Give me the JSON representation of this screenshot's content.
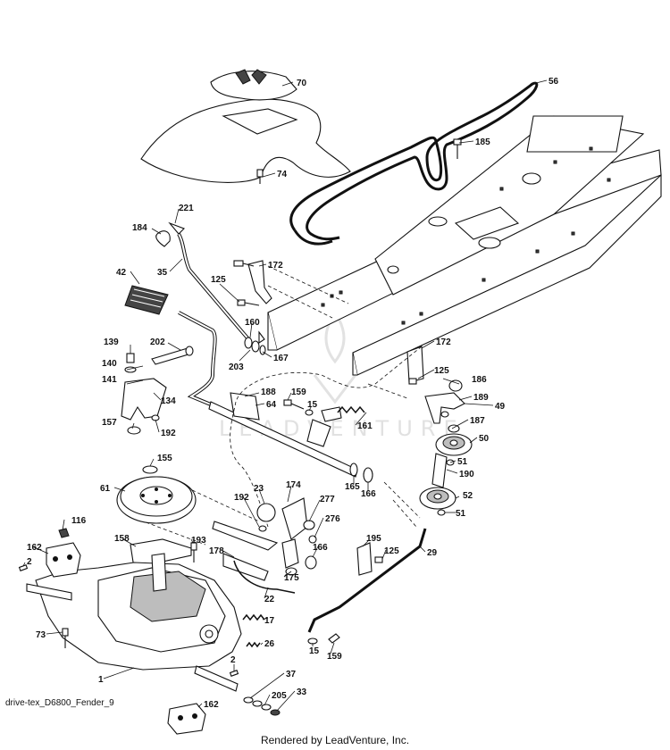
{
  "diagram_caption": "drive-tex_D6800_Fender_9",
  "rendered_by": "Rendered by LeadVenture, Inc.",
  "watermark": "LEADVENTURE",
  "callouts": [
    {
      "id": "70",
      "label": "70"
    },
    {
      "id": "56",
      "label": "56"
    },
    {
      "id": "185",
      "label": "185"
    },
    {
      "id": "74",
      "label": "74"
    },
    {
      "id": "221",
      "label": "221"
    },
    {
      "id": "184",
      "label": "184"
    },
    {
      "id": "172a",
      "label": "172"
    },
    {
      "id": "42",
      "label": "42"
    },
    {
      "id": "35",
      "label": "35"
    },
    {
      "id": "125a",
      "label": "125"
    },
    {
      "id": "160",
      "label": "160"
    },
    {
      "id": "139",
      "label": "139"
    },
    {
      "id": "202",
      "label": "202"
    },
    {
      "id": "203",
      "label": "203"
    },
    {
      "id": "167",
      "label": "167"
    },
    {
      "id": "172b",
      "label": "172"
    },
    {
      "id": "140",
      "label": "140"
    },
    {
      "id": "125b",
      "label": "125"
    },
    {
      "id": "186",
      "label": "186"
    },
    {
      "id": "141",
      "label": "141"
    },
    {
      "id": "134",
      "label": "134"
    },
    {
      "id": "188",
      "label": "188"
    },
    {
      "id": "159a",
      "label": "159"
    },
    {
      "id": "189",
      "label": "189"
    },
    {
      "id": "49",
      "label": "49"
    },
    {
      "id": "64",
      "label": "64"
    },
    {
      "id": "15a",
      "label": "15"
    },
    {
      "id": "187",
      "label": "187"
    },
    {
      "id": "157",
      "label": "157"
    },
    {
      "id": "192a",
      "label": "192"
    },
    {
      "id": "161",
      "label": "161"
    },
    {
      "id": "50",
      "label": "50"
    },
    {
      "id": "155",
      "label": "155"
    },
    {
      "id": "51a",
      "label": "51"
    },
    {
      "id": "190",
      "label": "190"
    },
    {
      "id": "61",
      "label": "61"
    },
    {
      "id": "23",
      "label": "23"
    },
    {
      "id": "174",
      "label": "174"
    },
    {
      "id": "165",
      "label": "165"
    },
    {
      "id": "166a",
      "label": "166"
    },
    {
      "id": "192b",
      "label": "192"
    },
    {
      "id": "277",
      "label": "277"
    },
    {
      "id": "52",
      "label": "52"
    },
    {
      "id": "51b",
      "label": "51"
    },
    {
      "id": "276",
      "label": "276"
    },
    {
      "id": "116",
      "label": "116"
    },
    {
      "id": "158",
      "label": "158"
    },
    {
      "id": "193",
      "label": "193"
    },
    {
      "id": "162a",
      "label": "162"
    },
    {
      "id": "166b",
      "label": "166"
    },
    {
      "id": "195",
      "label": "195"
    },
    {
      "id": "178",
      "label": "178"
    },
    {
      "id": "125c",
      "label": "125"
    },
    {
      "id": "29",
      "label": "29"
    },
    {
      "id": "2a",
      "label": "2"
    },
    {
      "id": "175",
      "label": "175"
    },
    {
      "id": "22",
      "label": "22"
    },
    {
      "id": "17",
      "label": "17"
    },
    {
      "id": "73",
      "label": "73"
    },
    {
      "id": "26",
      "label": "26"
    },
    {
      "id": "15b",
      "label": "15"
    },
    {
      "id": "159b",
      "label": "159"
    },
    {
      "id": "2b",
      "label": "2"
    },
    {
      "id": "1",
      "label": "1"
    },
    {
      "id": "37",
      "label": "37"
    },
    {
      "id": "205",
      "label": "205"
    },
    {
      "id": "33",
      "label": "33"
    },
    {
      "id": "162b",
      "label": "162"
    }
  ]
}
